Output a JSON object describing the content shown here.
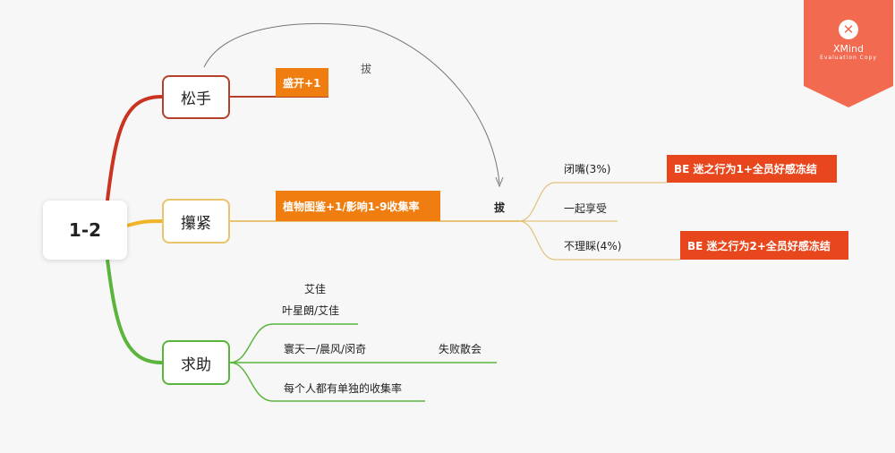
{
  "root": "1-2",
  "branches": {
    "b1": {
      "label": "松手",
      "tag": "盛开+1",
      "color": "#c9331f"
    },
    "b2": {
      "label": "攥紧",
      "tag": "植物图鉴+1/影响1-9收集率",
      "color": "#f0b429",
      "arrow_label": "拔",
      "node": "拔",
      "children": [
        {
          "label": "闭嘴(3%)",
          "result": "BE 迷之行为1+全员好感冻结"
        },
        {
          "label": "一起享受"
        },
        {
          "label": "不理睬(4%)",
          "result": "BE 迷之行为2+全员好感冻结"
        }
      ]
    },
    "b3": {
      "label": "求助",
      "color": "#5bb53c",
      "children": [
        {
          "label": "叶星朗/艾佳",
          "above": "艾佳"
        },
        {
          "label": "寰天一/晨风/闵奇",
          "result": "失败散会"
        },
        {
          "label": "每个人都有单独的收集率"
        }
      ]
    }
  },
  "watermark": {
    "brand": "XMind",
    "sub": "Evaluation Copy"
  },
  "colors": {
    "tag": "#f07d10",
    "result": "#e8471d"
  }
}
